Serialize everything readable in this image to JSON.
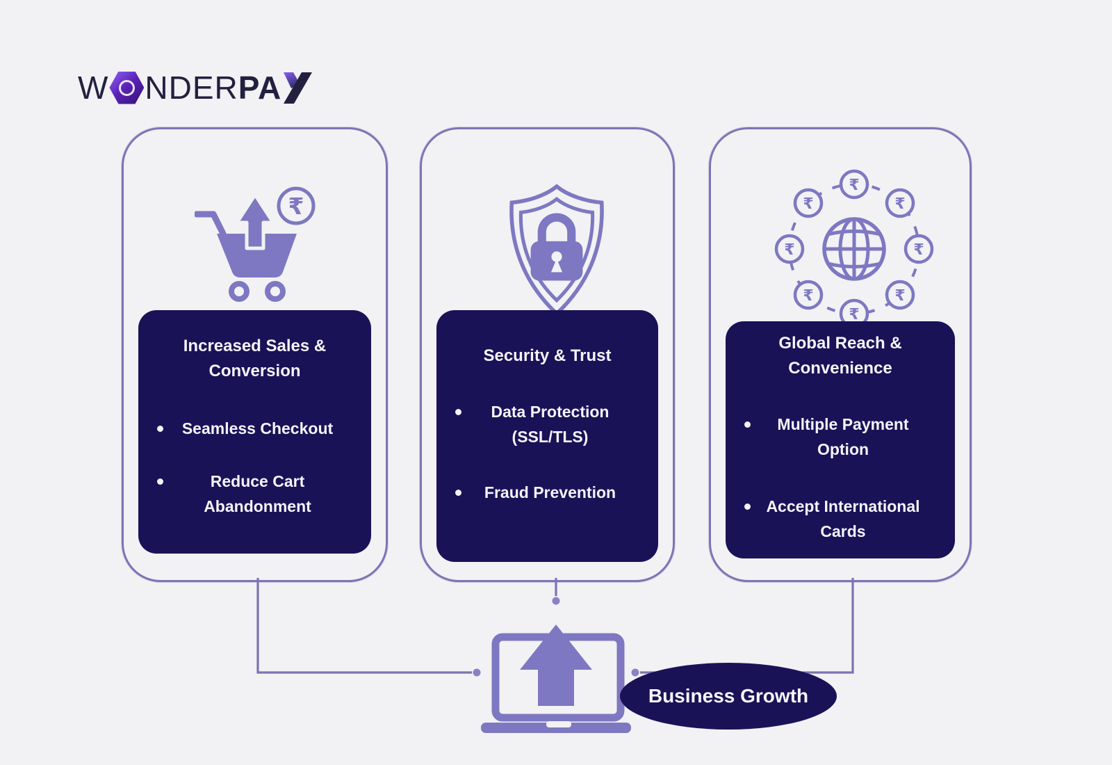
{
  "logo": {
    "w": "W",
    "o_shape": "hexagon-o",
    "nder": "NDER",
    "pa": "PA",
    "y_shape": "stylized-y"
  },
  "cards": [
    {
      "icon": "cart-up-arrow-rupee-icon",
      "title": "Increased Sales & Conversion",
      "bullets": [
        "Seamless Checkout",
        "Reduce Cart Abandonment"
      ]
    },
    {
      "icon": "shield-lock-icon",
      "title": "Security & Trust",
      "bullets": [
        "Data Protection (SSL/TLS)",
        "Fraud Prevention"
      ]
    },
    {
      "icon": "globe-rupee-coins-icon",
      "title": "Global Reach & Convenience",
      "bullets": [
        "Multiple Payment Option",
        "Accept International Cards"
      ]
    }
  ],
  "growth": {
    "label": "Business Growth",
    "icon": "laptop-upload-icon"
  },
  "rupee_symbol": "₹",
  "colors": {
    "background": "#f2f1f4",
    "navy_panel": "#191257",
    "icon_purple": "#7d78c1",
    "card_border": "#7d75b5",
    "connector_line": "#7b74b2",
    "connector_dot": "#8983c4",
    "text_light": "#f5f3f8",
    "logo_dark": "#23203f",
    "logo_violet": "#5b21b6"
  }
}
